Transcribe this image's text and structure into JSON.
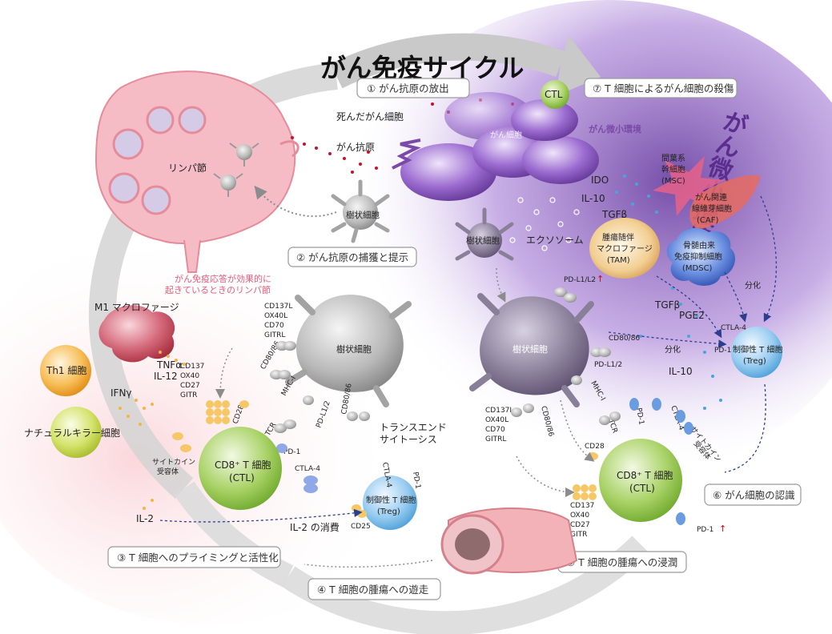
{
  "title": "がん免疫サイクル",
  "tme_title": "がん微小環境",
  "tme_small": "がん微小環境",
  "steps": [
    "① がん抗原の放出",
    "② がん抗原の捕獲と提示",
    "③ T 細胞へのプライミングと活性化",
    "④ T 細胞の腫瘍への遊走",
    "⑤ T 細胞の腫瘍への浸潤",
    "⑥ がん細胞の認識",
    "⑦ T 細胞によるがん細胞の殺傷"
  ],
  "labels": {
    "lymph_node": "リンパ節",
    "dead_cancer": "死んだがん細胞",
    "cancer_antigen": "がん抗原",
    "cancer_cell": "がん細胞",
    "ctl_top": "CTL",
    "dendritic_top": "樹状細胞",
    "dendritic_mid": "樹状細胞",
    "dendritic_left": "樹状細胞",
    "dendritic_right": "樹状細胞",
    "exosome": "エクソソーム",
    "ido": "IDO",
    "il10_top": "IL-10",
    "tgfb_top": "TGFβ",
    "msc": [
      "間葉系",
      "幹細胞",
      "(MSC)"
    ],
    "caf": [
      "がん関連",
      "線維芽細胞",
      "(CAF)"
    ],
    "tam": [
      "腫瘍随伴",
      "マクロファージ",
      "(TAM)"
    ],
    "mdsc": [
      "骨髄由来",
      "免疫抑制細胞",
      "(MDSC)"
    ],
    "differentiation_1": "分化",
    "differentiation_2": "分化",
    "tgfb_mid": "TGFβ",
    "pge2": "PGE2",
    "il10_mid": "IL-10",
    "treg_right": [
      "制御性 T 細胞",
      "(Treg)"
    ],
    "treg_left": [
      "制御性 T 細胞",
      "(Treg)"
    ],
    "ctl_left": [
      "CD8⁺ T 細胞",
      "(CTL)"
    ],
    "ctl_right": [
      "CD8⁺ T 細胞",
      "(CTL)"
    ],
    "effective_note": [
      "がん免疫応答が効果的に",
      "起きているときのリンパ節"
    ],
    "m1": "M1 マクロファージ",
    "th1": "Th1 細胞",
    "nk": "ナチュラルキラー細胞",
    "tnfa": "TNFα",
    "il12": "IL-12",
    "ifng": "IFNγ",
    "cytokine_receptor_left": [
      "サイトカイン",
      "受容体"
    ],
    "cytokine_receptor_right": [
      "サイトカイン",
      "受容体"
    ],
    "il2": "IL-2",
    "il2_consumption": "IL-2 の消費",
    "cd25": "CD25",
    "transendocytosis": [
      "トランスエンド",
      "サイトーシス"
    ],
    "costim_left_top": [
      "CD137L",
      "OX40L",
      "CD70",
      "GITRL"
    ],
    "costim_left_t": [
      "CD137",
      "OX40",
      "CD27",
      "GITR"
    ],
    "costim_right_dc": [
      "CD137L",
      "OX40L",
      "CD70",
      "GITRL"
    ],
    "costim_right_t": [
      "CD137",
      "OX40",
      "CD27",
      "GITR"
    ],
    "cd80_86_a": "CD80/86",
    "cd80_86_b": "CD80/86",
    "cd80_86_c": "CD80/86",
    "cd80_86_d": "CD80/86",
    "mhc1_left": "MHC-I",
    "mhc1_right": "MHC-I",
    "pdl12_left": "PD-L1/2",
    "pdl12_right": "PD-L1/2",
    "pdl12_top": "PD-L1/L2",
    "cd28_left": "CD28",
    "cd28_right": "CD28",
    "tcr_left": "TCR",
    "tcr_right": "TCR",
    "pd1_left": "PD-1",
    "pd1_right_a": "PD-1",
    "pd1_right_b": "PD-1",
    "pd1_treg_left": "PD-1",
    "pd1_treg_right": "PD-1",
    "ctla4_left": "CTLA-4",
    "ctla4_right": "CTLA-4",
    "ctla4_treg_left": "CTLA-4",
    "ctla4_treg_right": "CTLA-4",
    "up_arrow": "↑"
  },
  "colors": {
    "title_arrow": "#d9d9d9",
    "tme_bg": "#8b5cc7",
    "tme_title": "#5b2d8e",
    "lymph_pink": "#f7c6cf",
    "ctl_green": "#8cc63f",
    "treg_blue": "#6fb7e6",
    "dc_gray": "#9e9e9e",
    "cancer_purple": "#7b4aa8",
    "m1_red": "#c8455a",
    "th1_orange": "#f5a623",
    "nk_yellowgreen": "#c5d94a",
    "vessel_pink": "#e8a3a8"
  }
}
